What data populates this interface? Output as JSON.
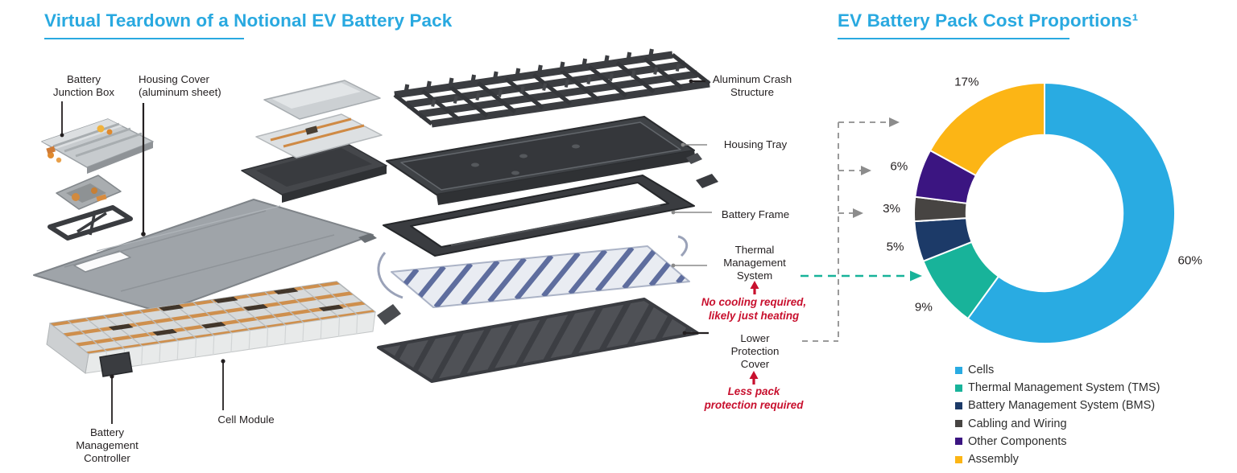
{
  "teardown": {
    "title": "Virtual Teardown of a Notional EV Battery Pack",
    "labels": {
      "battery_junction_box": "Battery\nJunction Box",
      "housing_cover": "Housing Cover\n(aluminum sheet)",
      "aluminum_crash_structure": "Aluminum Crash\nStructure",
      "housing_tray": "Housing Tray",
      "battery_frame": "Battery Frame",
      "thermal_management_system": "Thermal\nManagement\nSystem",
      "lower_protection_cover": "Lower\nProtection\nCover",
      "battery_management_controller": "Battery\nManagement\nController",
      "cell_module": "Cell Module"
    },
    "notes": {
      "tms_note": "No cooling required,\nlikely just heating",
      "lpc_note": "Less pack\nprotection required"
    },
    "note_color": "#C8102E"
  },
  "chart_data": {
    "type": "pie",
    "subtype": "donut",
    "title": "EV Battery Pack Cost Proportions¹",
    "start_angle_deg": 0,
    "direction": "clockwise",
    "units": "percent",
    "hole_ratio": 0.6,
    "legend_position": "bottom-right",
    "segments": [
      {
        "label": "Cells",
        "value": 60,
        "color": "#29ABE2"
      },
      {
        "label": "Thermal Management System (TMS)",
        "value": 9,
        "color": "#18B39A"
      },
      {
        "label": "Battery Management System (BMS)",
        "value": 5,
        "color": "#1C3A68"
      },
      {
        "label": "Cabling and Wiring",
        "value": 3,
        "color": "#474442"
      },
      {
        "label": "Other Components",
        "value": 6,
        "color": "#3B1581"
      },
      {
        "label": "Assembly",
        "value": 17,
        "color": "#FCB515"
      }
    ]
  },
  "colors": {
    "accent_blue": "#29A9E0",
    "annotation_red": "#C8102E",
    "connector_gray": "#999999",
    "connector_teal": "#18B39A"
  }
}
